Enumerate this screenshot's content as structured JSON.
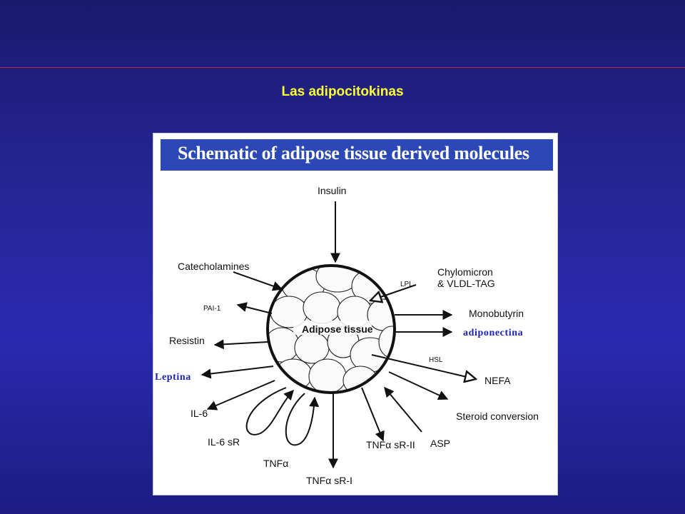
{
  "slide": {
    "title": "Las adipocitokinas"
  },
  "figure": {
    "banner_title": "Schematic of adipose tissue derived molecules",
    "center_label": "Adipose tissue",
    "labels": {
      "insulin": "Insulin",
      "catecholamines": "Catecholamines",
      "chylomicron_line1": "Chylomicron",
      "chylomicron_line2": "& VLDL-TAG",
      "lpl": "LPL",
      "pai1": "PAI-1",
      "monobutyrin": "Monobutyrin",
      "adiponectina": "adiponectina",
      "resistin": "Resistin",
      "hsl": "HSL",
      "nefa": "NEFA",
      "leptina": "Leptina",
      "il6": "IL-6",
      "il6sr": "IL-6 sR",
      "tnfa": "TNFα",
      "tnfa_sr1": "TNFα sR-I",
      "tnfa_sr2": "TNFα sR-II",
      "asp": "ASP",
      "steroid": "Steroid conversion"
    }
  }
}
